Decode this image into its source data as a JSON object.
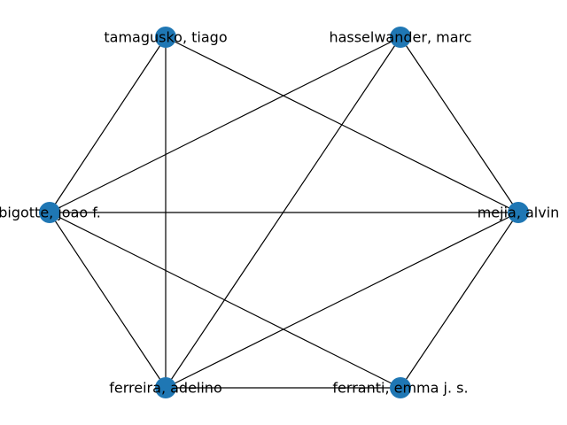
{
  "graph": {
    "node_color": "#1f77b4",
    "edge_color": "#000000",
    "nodes": [
      {
        "id": "tamagusko",
        "label": "tamagusko, tiago"
      },
      {
        "id": "hasselwander",
        "label": "hasselwander, marc"
      },
      {
        "id": "bigotte",
        "label": "bigotte, joao f."
      },
      {
        "id": "mejia",
        "label": "mejia, alvin"
      },
      {
        "id": "ferreira",
        "label": "ferreira, adelino"
      },
      {
        "id": "ferranti",
        "label": "ferranti, emma j. s."
      }
    ],
    "edges": [
      [
        "tamagusko",
        "bigotte"
      ],
      [
        "tamagusko",
        "ferreira"
      ],
      [
        "tamagusko",
        "mejia"
      ],
      [
        "hasselwander",
        "bigotte"
      ],
      [
        "hasselwander",
        "ferreira"
      ],
      [
        "hasselwander",
        "mejia"
      ],
      [
        "bigotte",
        "mejia"
      ],
      [
        "bigotte",
        "ferreira"
      ],
      [
        "bigotte",
        "ferranti"
      ],
      [
        "mejia",
        "ferreira"
      ],
      [
        "mejia",
        "ferranti"
      ],
      [
        "ferreira",
        "ferranti"
      ]
    ]
  }
}
